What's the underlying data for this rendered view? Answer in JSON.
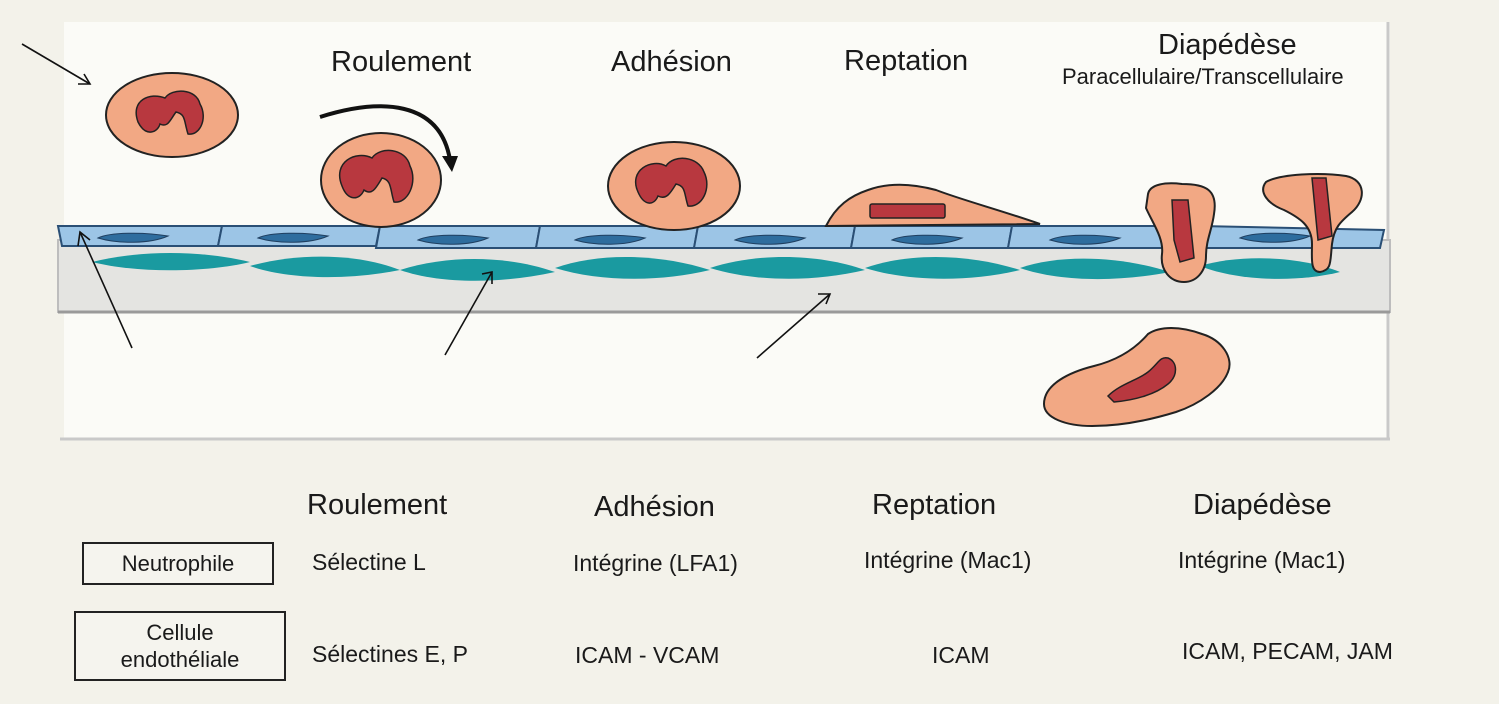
{
  "stages": [
    {
      "title": "Roulement"
    },
    {
      "title": "Adhésion"
    },
    {
      "title": "Reptation"
    },
    {
      "title": "Diapédèse",
      "subtitle": "Paracellulaire/Transcellulaire"
    }
  ],
  "table": {
    "headers": [
      "Roulement",
      "Adhésion",
      "Reptation",
      "Diapédèse"
    ],
    "rows": [
      {
        "label": "Neutrophile",
        "cells": [
          "Sélectine L",
          "Intégrine (LFA1)",
          "Intégrine (Mac1)",
          "Intégrine (Mac1)"
        ]
      },
      {
        "label_line1": "Cellule",
        "label_line2": "endothéliale",
        "cells": [
          "Sélectines  E, P",
          "ICAM - VCAM",
          "ICAM",
          "ICAM, PECAM, JAM"
        ]
      }
    ]
  },
  "colors": {
    "background": "#f3f2ea",
    "panel": "#fbfbf7",
    "endothelium": "#9cc5e6",
    "endothelium_nucleus": "#2e6d9e",
    "basement_membrane": "#e2e2e2",
    "pericyte": "#1a9aa0",
    "neutrophil_cytoplasm": "#f2a884",
    "neutrophil_nucleus": "#b8383f"
  }
}
